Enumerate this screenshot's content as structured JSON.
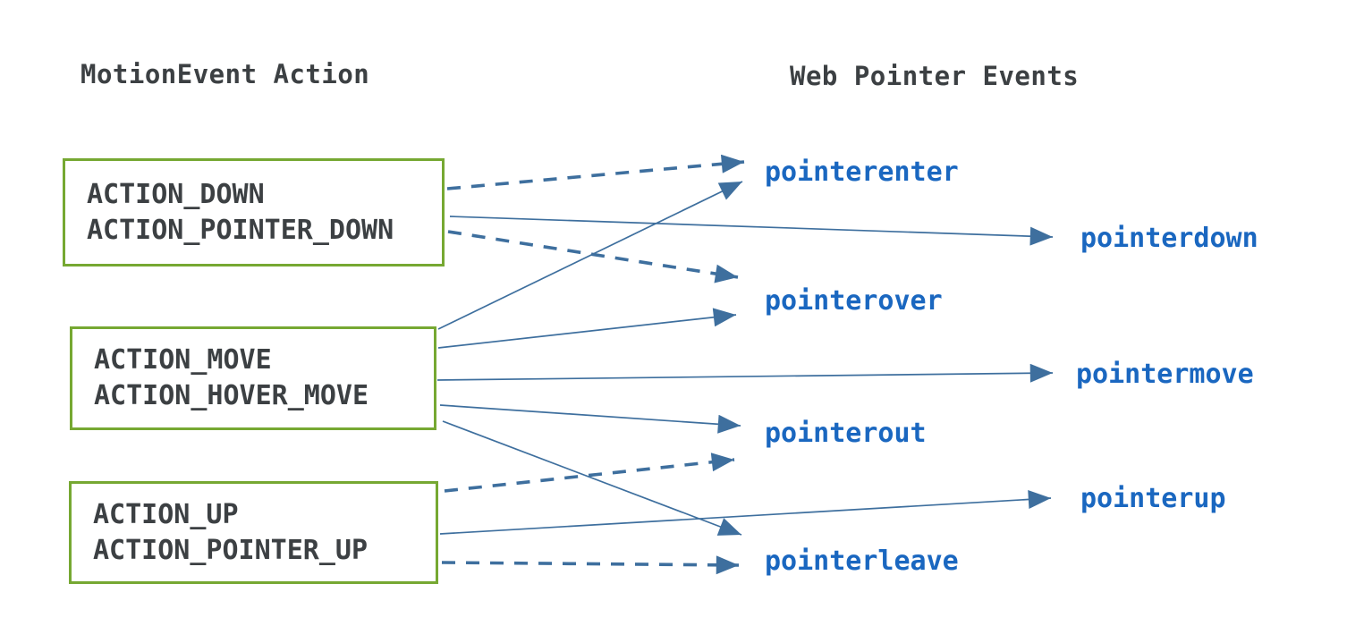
{
  "diagram": {
    "left_title": "MotionEvent Action",
    "right_title": "Web Pointer Events",
    "action_boxes": [
      {
        "id": "action_down",
        "lines": [
          "ACTION_DOWN",
          "ACTION_POINTER_DOWN"
        ]
      },
      {
        "id": "action_move",
        "lines": [
          "ACTION_MOVE",
          "ACTION_HOVER_MOVE"
        ]
      },
      {
        "id": "action_up",
        "lines": [
          "ACTION_UP",
          "ACTION_POINTER_UP"
        ]
      }
    ],
    "event_labels": [
      {
        "id": "pointerenter",
        "text": "pointerenter"
      },
      {
        "id": "pointerdown",
        "text": "pointerdown"
      },
      {
        "id": "pointerover",
        "text": "pointerover"
      },
      {
        "id": "pointermove",
        "text": "pointermove"
      },
      {
        "id": "pointerout",
        "text": "pointerout"
      },
      {
        "id": "pointerup",
        "text": "pointerup"
      },
      {
        "id": "pointerleave",
        "text": "pointerleave"
      }
    ],
    "mappings": [
      {
        "from": "action_down",
        "to": "pointerenter",
        "style": "dashed"
      },
      {
        "from": "action_down",
        "to": "pointerdown",
        "style": "solid"
      },
      {
        "from": "action_down",
        "to": "pointerover",
        "style": "dashed"
      },
      {
        "from": "action_move",
        "to": "pointerenter",
        "style": "solid"
      },
      {
        "from": "action_move",
        "to": "pointerover",
        "style": "solid"
      },
      {
        "from": "action_move",
        "to": "pointermove",
        "style": "solid"
      },
      {
        "from": "action_move",
        "to": "pointerout",
        "style": "solid"
      },
      {
        "from": "action_move",
        "to": "pointerleave",
        "style": "solid"
      },
      {
        "from": "action_up",
        "to": "pointerout",
        "style": "dashed"
      },
      {
        "from": "action_up",
        "to": "pointerup",
        "style": "solid"
      },
      {
        "from": "action_up",
        "to": "pointerleave",
        "style": "dashed"
      }
    ],
    "colors": {
      "arrow": "#3e6f9e",
      "event_label": "#1a67c0",
      "box_border": "#76a832",
      "text": "#3c4043",
      "background": "#ffffff"
    }
  }
}
